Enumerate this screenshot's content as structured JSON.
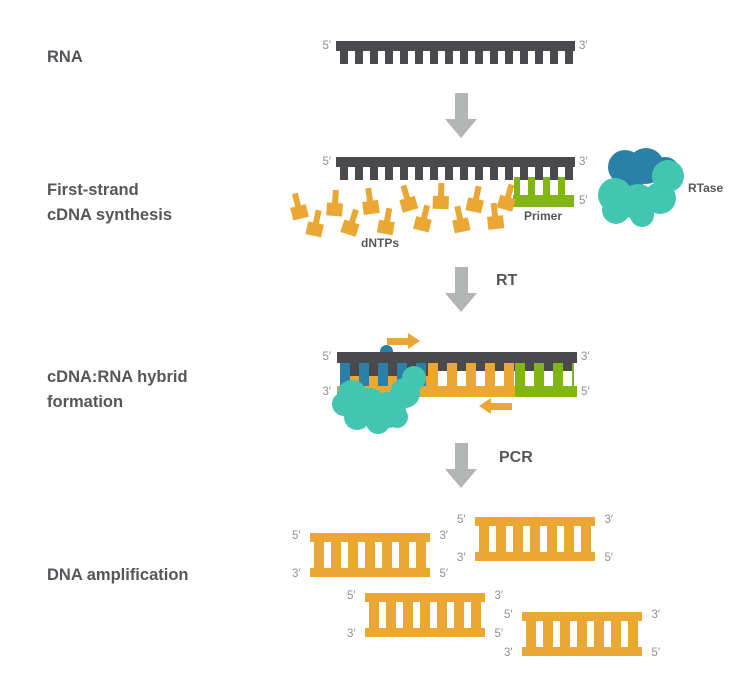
{
  "labels": {
    "five": "5′",
    "three": "3′"
  },
  "sections": {
    "rna": {
      "label": "RNA"
    },
    "first_strand": {
      "line1": "First-strand",
      "line2": "cDNA synthesis"
    },
    "hybrid": {
      "line1": "cDNA:RNA hybrid",
      "line2": "formation"
    },
    "amplification": {
      "label": "DNA amplification"
    }
  },
  "steps": {
    "rt": "RT",
    "pcr": "PCR"
  },
  "annotations": {
    "primer": "Primer",
    "dntps": "dNTPs",
    "rtase": "RTase"
  },
  "colors": {
    "rna_strand": "#4a4a4e",
    "dna_yellow": "#eaa734",
    "primer_green": "#82b617",
    "enzyme_blue": "#2a80a6",
    "enzyme_teal": "#42c6b2",
    "arrow_gray": "#b2b5b3",
    "text_dark": "#55565a",
    "text_gray": "#8d9093"
  }
}
